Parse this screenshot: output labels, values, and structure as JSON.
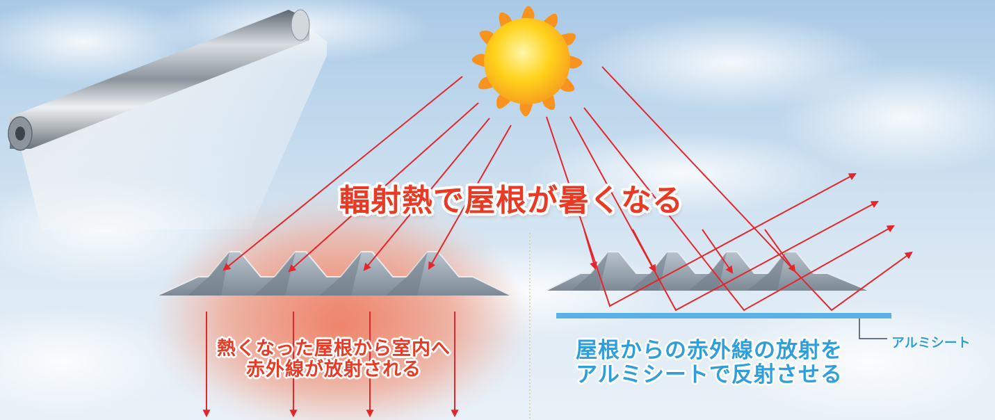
{
  "headline": "輻射熱で屋根が暑くなる",
  "left_panel": {
    "caption_lines": [
      "熱くなった屋根から室内へ",
      "赤外線が放射される"
    ]
  },
  "right_panel": {
    "caption_lines": [
      "屋根からの赤外線の放射を",
      "アルミシートで反射させる"
    ],
    "sheet_label": "アルミシート"
  },
  "colors": {
    "arrow_red": "#e3262b",
    "sheet_blue": "#5bb1e6",
    "caption_blue": "#2f9edb",
    "headline_red": "#e83a24",
    "heat_glow": "#f07a5e",
    "sun_core": "#ffd21a",
    "sun_flame": "#f7931e"
  },
  "icons": {
    "sun": "sun-icon",
    "roll": "aluminum-roll-icon"
  }
}
